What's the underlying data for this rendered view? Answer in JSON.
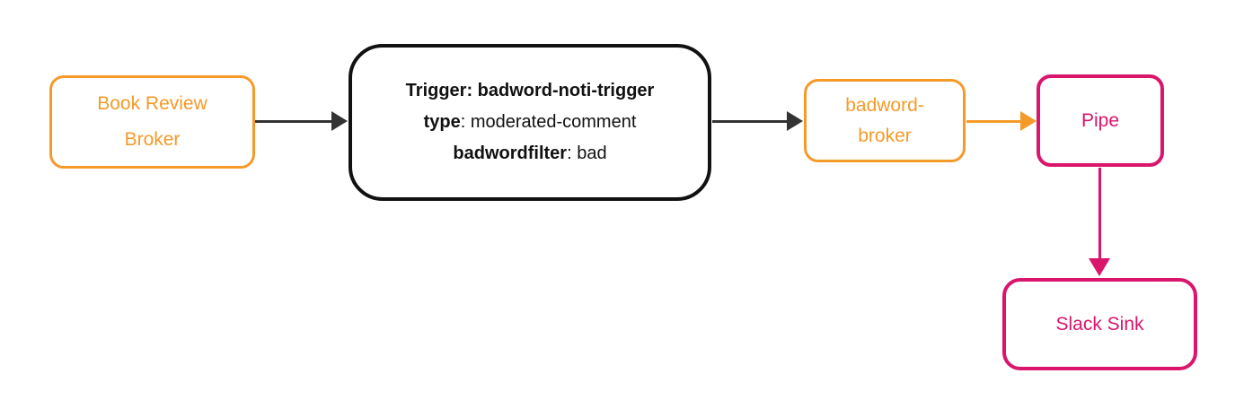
{
  "diagram": {
    "type": "flowchart",
    "background": "#ffffff",
    "colors": {
      "orange": "#F59A29",
      "pink": "#D9156C",
      "black_node": "#111111",
      "dark_arrow": "#333333"
    },
    "nodes": {
      "book_review_broker": {
        "line1": "Book Review",
        "line2": "Broker",
        "border_color": "#F59A29",
        "text_color": "#F59A29"
      },
      "trigger": {
        "line1_bold": "Trigger: badword-noti-trigger",
        "line2_bold": "type",
        "line2_rest": ": moderated-comment",
        "line3_bold": "badwordfilter",
        "line3_rest": ": bad",
        "border_color": "#111111",
        "text_color": "#111111"
      },
      "badword_broker": {
        "line1": "badword-",
        "line2": "broker",
        "border_color": "#F59A29",
        "text_color": "#F59A29"
      },
      "pipe": {
        "label": "Pipe",
        "border_color": "#D9156C",
        "text_color": "#D9156C"
      },
      "slack_sink": {
        "label": "Slack Sink",
        "border_color": "#D9156C",
        "text_color": "#D9156C"
      }
    },
    "edges": [
      {
        "from": "book_review_broker",
        "to": "trigger",
        "direction": "right",
        "color": "#333333"
      },
      {
        "from": "trigger",
        "to": "badword_broker",
        "direction": "right",
        "color": "#333333"
      },
      {
        "from": "badword_broker",
        "to": "pipe",
        "direction": "right",
        "color": "#F59A29"
      },
      {
        "from": "pipe",
        "to": "slack_sink",
        "direction": "down",
        "color": "#D9156C"
      }
    ]
  }
}
